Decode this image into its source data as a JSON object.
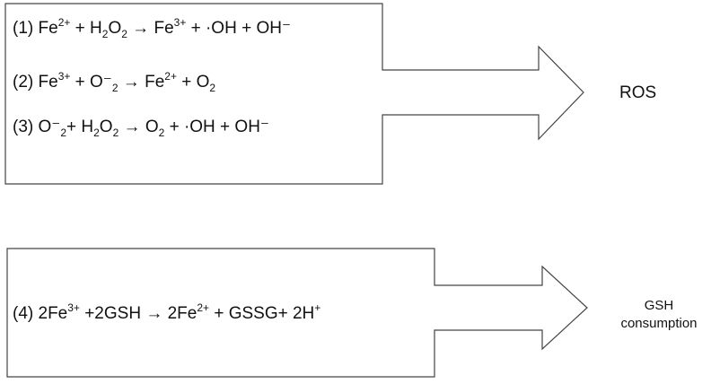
{
  "eq1": {
    "lead": "(1) Fe",
    "s1": "2+",
    "t1": " + H",
    "b1": "2",
    "t2": "O",
    "b2": "2",
    "t3": " → Fe",
    "s2": "3+",
    "t4": " + ·OH + OH⁻"
  },
  "eq2": {
    "lead": "(2) Fe",
    "s1": "3+",
    "t1": " + O⁻",
    "b1": "2",
    "t2": "  → Fe",
    "s2": "2+",
    "t3": " + O",
    "b2": "2"
  },
  "eq3": {
    "lead": "(3) O⁻",
    "b1": "2",
    "t1": "+ H",
    "b2": "2",
    "t2": "O",
    "b3": "2",
    "t3": " → O",
    "b4": "2",
    "t4": "  + ·OH + OH⁻"
  },
  "eq4": {
    "lead": "(4) 2Fe",
    "s1": "3+",
    "t1": " +2GSH  → 2Fe",
    "s2": "2+",
    "t2": " + GSSG+ 2H",
    "s3": "+"
  },
  "outputs": {
    "ros": "ROS",
    "gsh_line1": "GSH",
    "gsh_line2": "consumption"
  },
  "colors": {
    "stroke": "#444444",
    "text": "#111111",
    "background": "#ffffff"
  }
}
